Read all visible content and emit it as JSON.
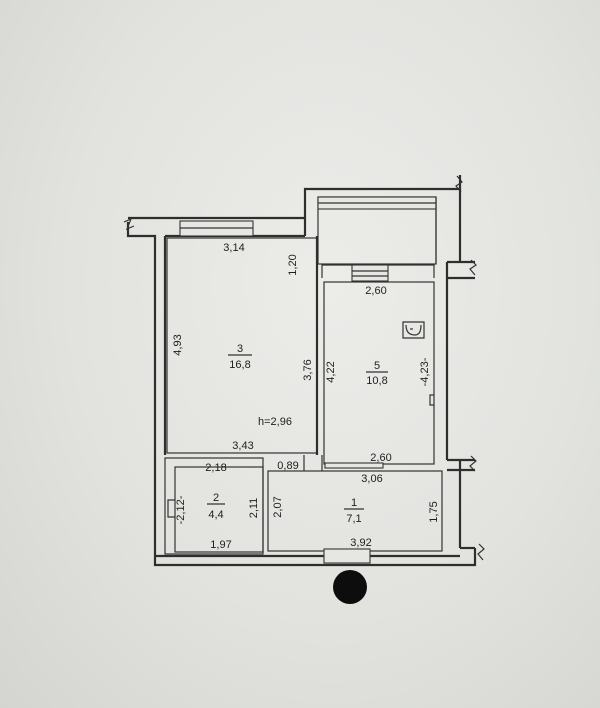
{
  "rooms": [
    {
      "number": "3",
      "area": "16,8",
      "height": "h=2,96"
    },
    {
      "number": "5",
      "area": "10,8"
    },
    {
      "number": "2",
      "area": "4,4"
    },
    {
      "number": "1",
      "area": "7,1"
    }
  ],
  "dimensions": {
    "r3_top": "3,14",
    "r3_bottom": "3,43",
    "r3_left": "4,93",
    "r3_right": "3,76",
    "r3_niche": "1,20",
    "r5_top": "2,60",
    "r5_bottom": "2,60",
    "r5_left": "4,22",
    "r5_right": "-4,23-",
    "r2_top": "2,18",
    "r2_bottom": "1,97",
    "r2_left": "-2,12-",
    "r2_right": "2,11",
    "r1_top_short": "0,89",
    "r1_top": "3,06",
    "r1_bottom": "3,92",
    "r1_left": "2,07",
    "r1_right": "1,75"
  }
}
